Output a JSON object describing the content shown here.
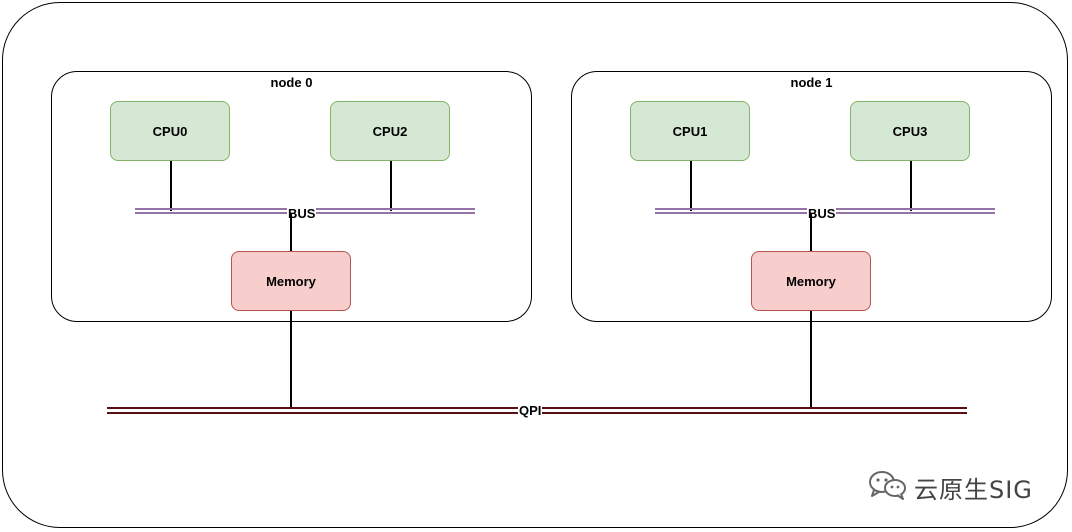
{
  "nodes": [
    {
      "title": "node 0",
      "cpus": [
        "CPU0",
        "CPU2"
      ],
      "bus_label": "BUS",
      "memory_label": "Memory"
    },
    {
      "title": "node 1",
      "cpus": [
        "CPU1",
        "CPU3"
      ],
      "bus_label": "BUS",
      "memory_label": "Memory"
    }
  ],
  "interconnect": {
    "label": "QPI"
  },
  "watermark": {
    "text": "云原生SIG",
    "icon": "wechat-icon"
  },
  "colors": {
    "cpu_fill": "#d5e8d4",
    "cpu_border": "#82b366",
    "memory_fill": "#f8cecc",
    "memory_border": "#b85450",
    "bus_line": "#9673a6",
    "qpi_line": "#5a1010"
  }
}
